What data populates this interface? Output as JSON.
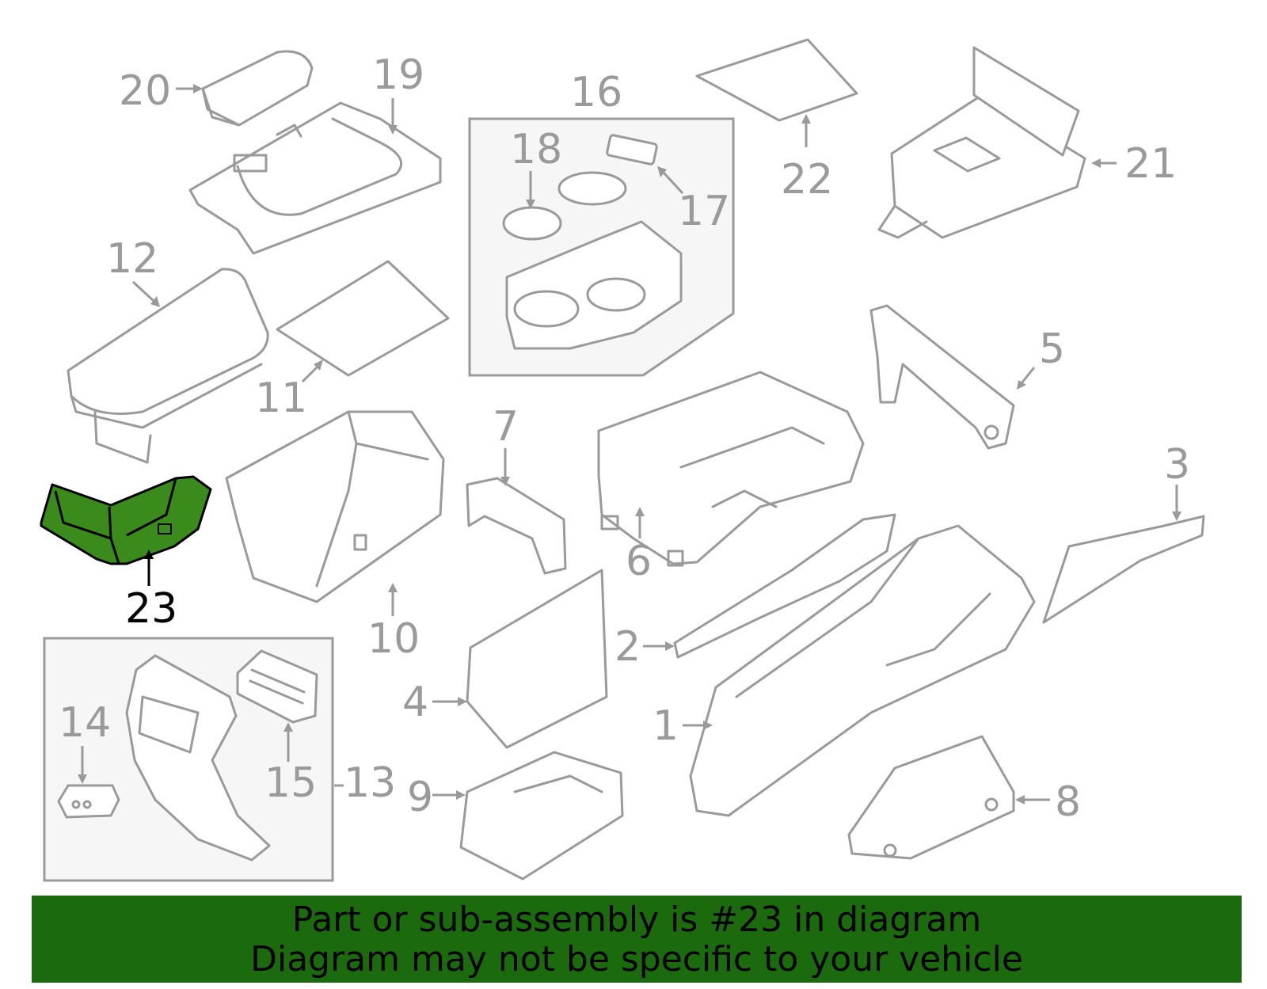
{
  "callouts": {
    "n1": "1",
    "n2": "2",
    "n3": "3",
    "n4": "4",
    "n5": "5",
    "n6": "6",
    "n7": "7",
    "n8": "8",
    "n9": "9",
    "n10": "10",
    "n11": "11",
    "n12": "12",
    "n13": "13",
    "n14": "14",
    "n15": "15",
    "n16": "16",
    "n17": "17",
    "n18": "18",
    "n19": "19",
    "n20": "20",
    "n21": "21",
    "n22": "22",
    "n23": "23"
  },
  "highlight": {
    "part_number": "23",
    "color": "#3a8a1c"
  },
  "footer": {
    "line1": "Part or sub-assembly is #23 in diagram",
    "line2": "Diagram may not be specific to your vehicle",
    "background": "#1c6a0e"
  }
}
